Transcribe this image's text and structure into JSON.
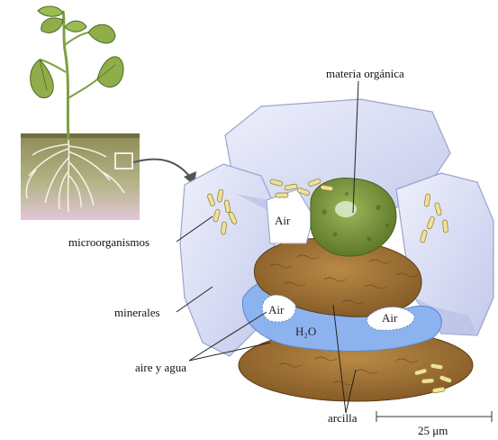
{
  "labels": {
    "organic_matter": "materia orgánica",
    "microorganisms": "microorganismos",
    "minerals": "minerales",
    "air_water": "aire y agua",
    "clay": "arcilla",
    "air_1": "Air",
    "air_2": "Air",
    "air_3": "Air",
    "water": "H₂O",
    "scale": "25 μm"
  },
  "colors": {
    "mineral": "#d7dcf4",
    "mineral_edge": "#9aa3cc",
    "clay": "#a97a3a",
    "organic": "#7d9b3c",
    "water": "#8db3ee",
    "microbe": "#f0e19a",
    "soil": "#9b9a66",
    "leaf": "#8fae4a"
  }
}
